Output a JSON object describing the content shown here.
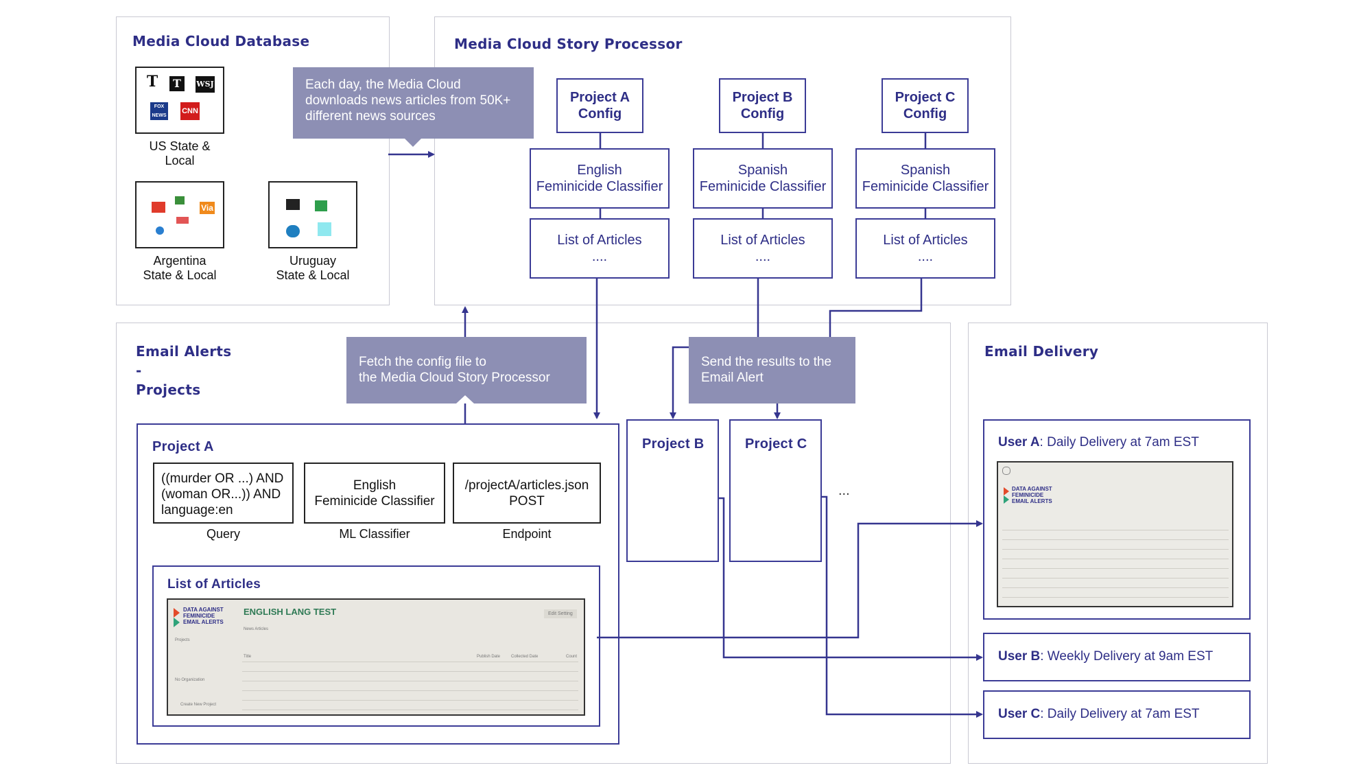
{
  "database": {
    "title": "Media Cloud Database",
    "sources": [
      {
        "caption": "US State &\nLocal",
        "logos": [
          "T",
          "T",
          "WSJ",
          "FOX NEWS",
          "CNN"
        ]
      },
      {
        "caption": "Argentina\nState & Local",
        "logos": [
          "",
          "",
          "Via",
          "",
          ""
        ]
      },
      {
        "caption": "Uruguay\nState & Local",
        "logos": [
          "",
          "",
          "",
          ""
        ]
      }
    ]
  },
  "story_processor": {
    "title": "Media Cloud Story Processor",
    "callout": "Each day, the Media Cloud\ndownloads news articles from 50K+\ndifferent news sources",
    "columns": [
      {
        "config": "Project A\nConfig",
        "classifier": "English\nFeminicide Classifier",
        "articles": "List of Articles\n...."
      },
      {
        "config": "Project B\nConfig",
        "classifier": "Spanish\nFeminicide Classifier",
        "articles": "List of Articles\n...."
      },
      {
        "config": "Project C\nConfig",
        "classifier": "Spanish\nFeminicide Classifier",
        "articles": "List of Articles\n...."
      }
    ]
  },
  "email_alerts": {
    "title": "Email Alerts\n-\nProjects",
    "fetch_callout": "Fetch the config file to\nthe Media Cloud Story Processor",
    "send_callout": "Send the results to the\nEmail Alert",
    "project_a": {
      "title": "Project A",
      "query": "((murder OR ...) AND\n(woman OR...)) AND\nlanguage:en",
      "query_label": "Query",
      "classifier": "English\nFeminicide Classifier",
      "classifier_label": "ML Classifier",
      "endpoint": "/projectA/articles.json\nPOST",
      "endpoint_label": "Endpoint",
      "articles_title": "List of Articles"
    },
    "project_b": "Project B",
    "project_c": "Project C",
    "ellipsis": "..."
  },
  "email_delivery": {
    "title": "Email Delivery",
    "users": [
      {
        "name": "User A",
        "schedule": ": Daily Delivery at 7am EST"
      },
      {
        "name": "User B",
        "schedule": ": Weekly Delivery at 9am EST"
      },
      {
        "name": "User C",
        "schedule": ": Daily Delivery at 7am EST"
      }
    ]
  },
  "app_screenshot": {
    "logo": "DATA AGAINST FEMINICIDE EMAIL ALERTS",
    "heading": "ENGLISH LANG TEST",
    "sub": "News Articles",
    "button": "Edit Setting",
    "sidebar": [
      "Projects",
      "No Organization",
      "Create New Project"
    ],
    "columns": [
      "Title",
      "Publish Date",
      "Collected Date",
      "Count"
    ]
  },
  "colors": {
    "accent": "#2e2e86",
    "callout": "#8d8fb4",
    "arrow": "#35358f"
  }
}
